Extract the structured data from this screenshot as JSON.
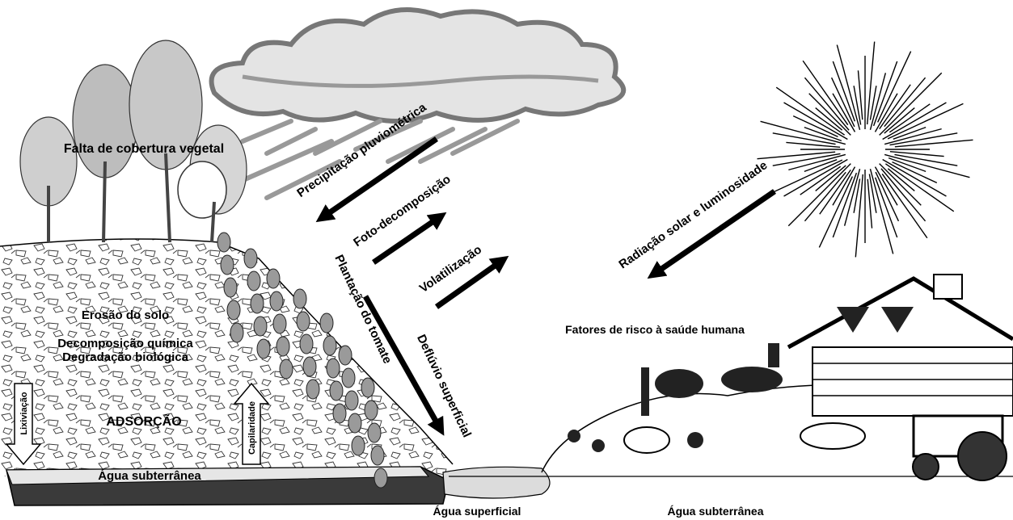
{
  "labels": {
    "vegetation": "Falta de cobertura vegetal",
    "precipitation": "Precipitação pluviométrica",
    "photodecomposition": "Foto-decomposição",
    "volatilization": "Volatilização",
    "solar": "Radiação solar e luminosidade",
    "tomato": "Plantação do tomate",
    "runoff": "Deflúvio superficial",
    "erosion": "Erosão do solo",
    "chemical": "Decomposição química",
    "biological": "Degradação biológica",
    "adsorption": "ADSORÇÃO",
    "leaching": "Lixiviação",
    "capillarity": "Capilaridade",
    "groundwater_left": "Água subterrânea",
    "surface_water": "Água superficial",
    "groundwater_right": "Água subterrânea",
    "health_risk": "Fatores de risco à saúde humana"
  }
}
